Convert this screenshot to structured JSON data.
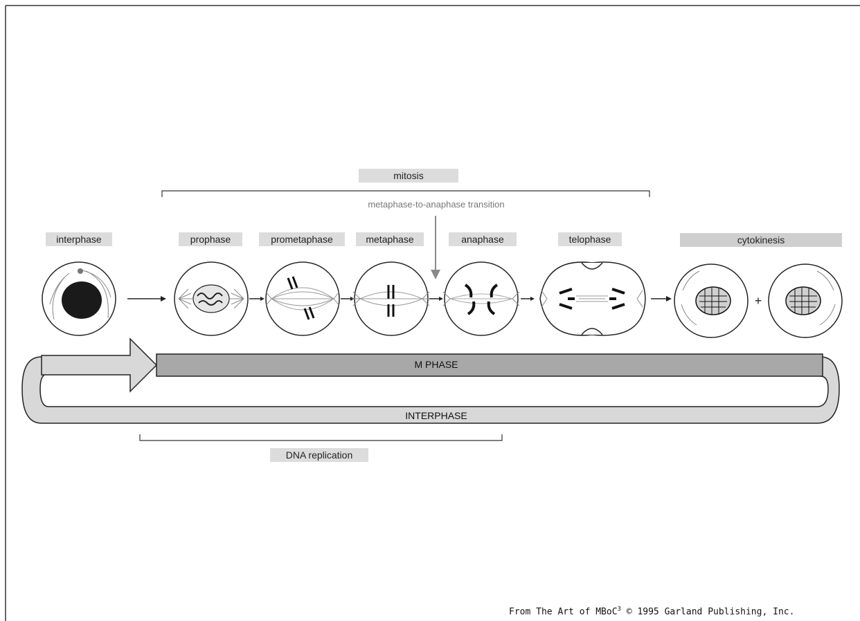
{
  "labels": {
    "mitosis": "mitosis",
    "transition": "metaphase-to-anaphase transition",
    "interphase_stage": "interphase",
    "prophase": "prophase",
    "prometaphase": "prometaphase",
    "metaphase": "metaphase",
    "anaphase": "anaphase",
    "telophase": "telophase",
    "cytokinesis": "cytokinesis",
    "m_phase": "M  PHASE",
    "interphase_band": "INTERPHASE",
    "dna_replication": "DNA replication",
    "plus": "+"
  },
  "credit": {
    "text_prefix": "From The Art of MBoC",
    "superscript": "3",
    "text_suffix": " © 1995 Garland Publishing, Inc."
  },
  "colors": {
    "label_bg": "#dcdcdc",
    "band_dark": "#a8a8a8",
    "band_light": "#d6d6d6",
    "stroke": "#222222",
    "arrow_gray": "#8a8a8a"
  }
}
